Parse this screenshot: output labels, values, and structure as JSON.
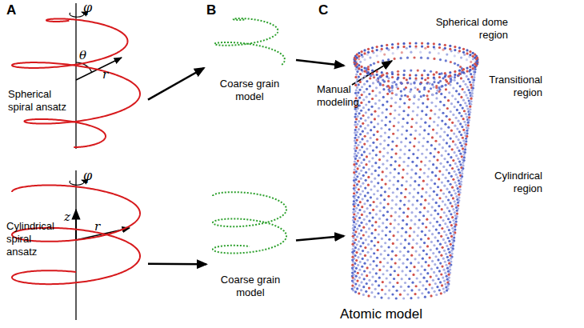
{
  "diagram": {
    "nodes": [
      {
        "text": [
          "Spherical spiral ansatz"
        ]
      },
      {
        "text": [
          "Coarse grain model"
        ]
      },
      {
        "text": [
          "Cylindrical spiral ansatz"
        ]
      },
      {
        "text": [
          "Coarse grain model"
        ]
      },
      {
        "text": [
          "Atomic model"
        ]
      }
    ],
    "edges": [
      {
        "from": 0,
        "to": 1,
        "arrow": "to"
      },
      {
        "from": 1,
        "to": 4,
        "arrow": "to"
      },
      {
        "from": 2,
        "to": 3,
        "arrow": "to"
      },
      {
        "from": 3,
        "to": 4,
        "arrow": "to"
      }
    ],
    "labels": [
      "A",
      "φ",
      "θ",
      "r",
      "φ",
      "z",
      "r",
      "B",
      "C",
      "Spherical dome region",
      "Transitional region",
      "Manual modeling",
      "Cylindrical region"
    ]
  }
}
